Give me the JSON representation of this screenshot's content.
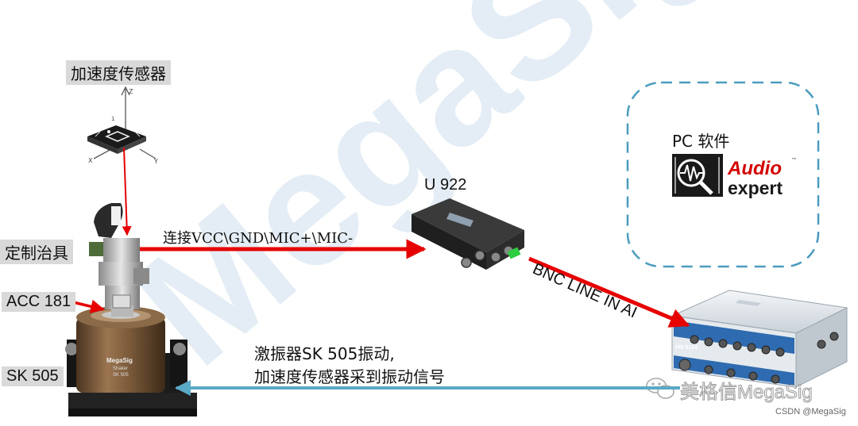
{
  "watermark": {
    "text": "MegaSig"
  },
  "labels": {
    "accel_sensor": "加速度传感器",
    "fixture": "定制治具",
    "acc": "ACC 181",
    "shaker": "SK 505",
    "u922": "U 922",
    "connection": "连接VCC\\GND\\MIC+\\MIC-",
    "pc_software": "PC 软件",
    "bnc_line": "BNC LINE IN AI",
    "shaker_desc_1": "激振器SK 505振动,",
    "shaker_desc_2": "加速度传感器采到振动信号"
  },
  "sensor_axes": {
    "z": "Z",
    "x": "X",
    "y": "Y",
    "one": "1"
  },
  "shaker_device": {
    "brand": "MegaSig",
    "line1": "Shaker",
    "line2": "SK 505"
  },
  "daq_device": {
    "model": "PM 6143"
  },
  "logo": {
    "word1": "Audio",
    "word2": "expert",
    "tm": "™"
  },
  "footer": {
    "wechat_brand": "美格信MegaSig",
    "credit": "CSDN @MegaSig"
  },
  "colors": {
    "signal_arrow": "#e60000",
    "return_arrow": "#5aa9c7",
    "dashed_box": "#4a9cbe",
    "watermark": "#dbe8f2"
  }
}
